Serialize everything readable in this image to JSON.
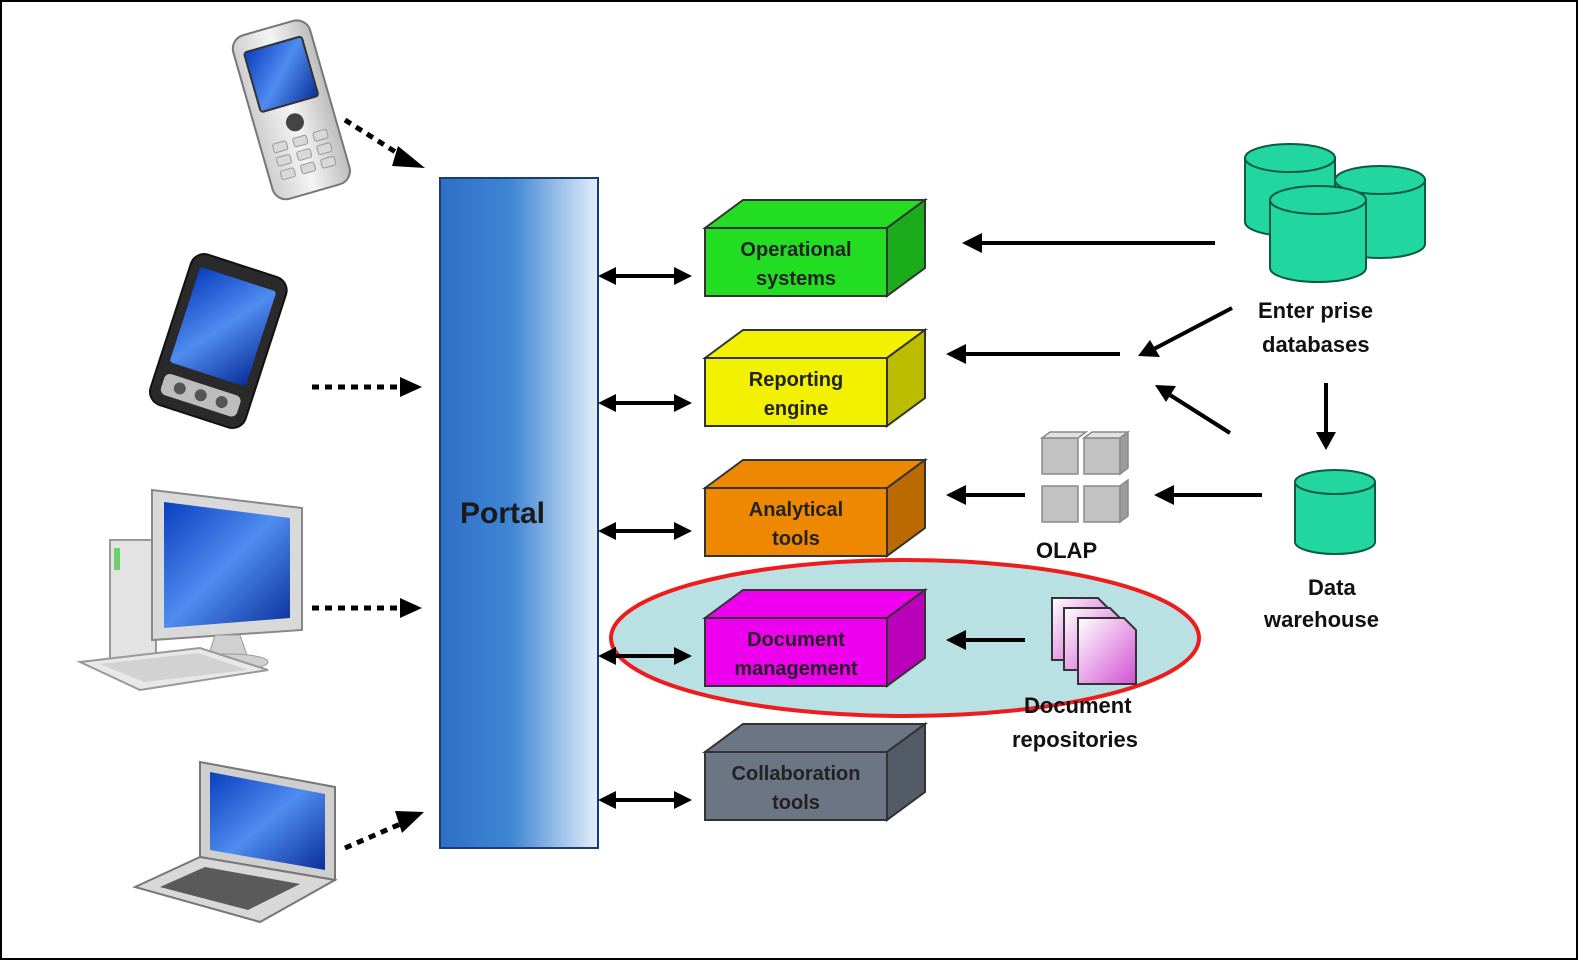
{
  "portal": {
    "label": "Portal"
  },
  "devices": [
    {
      "name": "mobile-phone"
    },
    {
      "name": "pda"
    },
    {
      "name": "desktop-computer"
    },
    {
      "name": "laptop"
    }
  ],
  "components": [
    {
      "id": "operational",
      "line1": "Operational",
      "line2": "systems",
      "color": "#22dd22"
    },
    {
      "id": "reporting",
      "line1": "Reporting",
      "line2": "engine",
      "color": "#f2f200"
    },
    {
      "id": "analytical",
      "line1": "Analytical",
      "line2": "tools",
      "color": "#ee8800"
    },
    {
      "id": "document",
      "line1": "Document",
      "line2": "management",
      "color": "#ee00ee"
    },
    {
      "id": "collaboration",
      "line1": "Collaboration",
      "line2": "tools",
      "color": "#6b7583"
    }
  ],
  "sources": {
    "enterprise_databases": {
      "line1": "Enter prise",
      "line2": "databases",
      "color": "#22d6a0"
    },
    "data_warehouse": {
      "line1": "Data",
      "line2": "warehouse",
      "color": "#22d6a0"
    },
    "olap": {
      "label": "OLAP"
    },
    "document_repositories": {
      "line1": "Document",
      "line2": "repositories"
    }
  },
  "highlight": {
    "fill": "#b9e0e3",
    "stroke": "#ee1c1c"
  }
}
